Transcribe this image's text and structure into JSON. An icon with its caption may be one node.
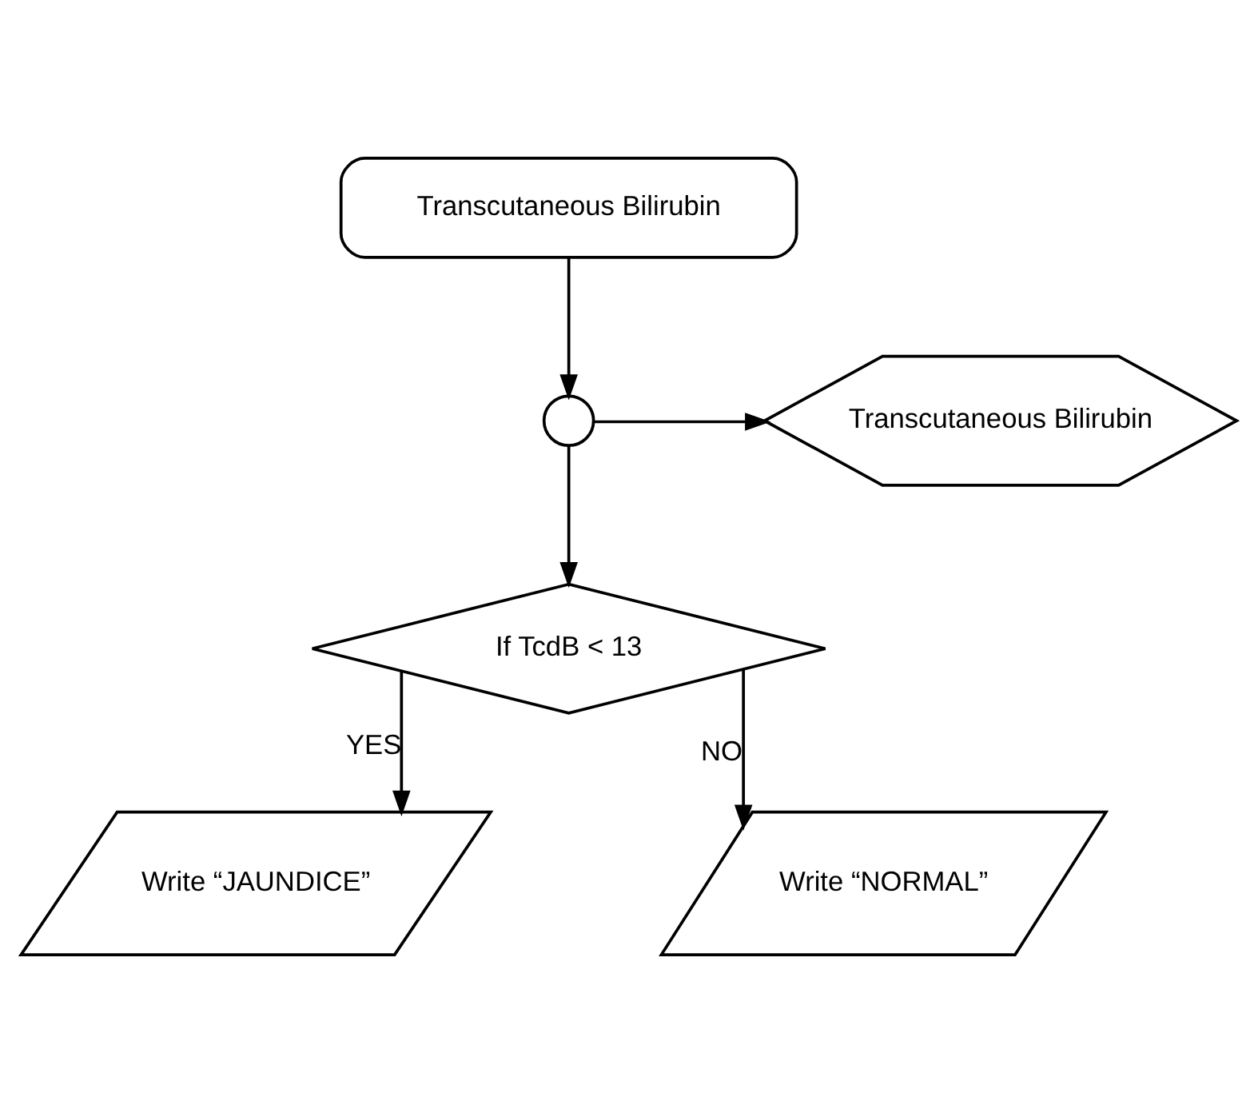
{
  "diagram": {
    "nodes": [
      {
        "text": [
          "Transcutaneous Bilirubin"
        ]
      },
      {
        "text": [],
        "shape": "circle"
      },
      {
        "text": [
          "Transcutaneous Bilirubin"
        ]
      },
      {
        "text": [
          "If TcdB < 13"
        ]
      },
      {
        "text": [
          "Write “JAUNDICE”"
        ]
      },
      {
        "text": [
          "Write “NORMAL”"
        ]
      }
    ],
    "edges": [
      {
        "from": 0,
        "to": 1,
        "arrow": "to"
      },
      {
        "from": 1,
        "to": 2,
        "arrow": "to"
      },
      {
        "from": 1,
        "to": 3,
        "arrow": "to"
      },
      {
        "from": 3,
        "to": 4,
        "arrow": "to",
        "label": "YES"
      },
      {
        "from": 3,
        "to": 5,
        "arrow": "to",
        "label": "NO"
      }
    ]
  }
}
